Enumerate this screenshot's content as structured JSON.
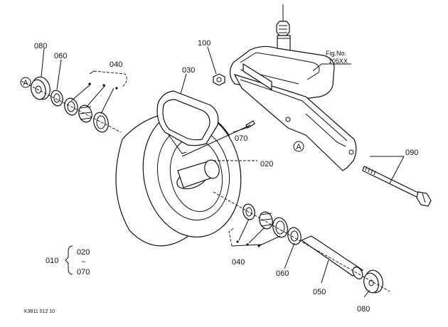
{
  "labels": {
    "p080_top": "080",
    "p060_top": "060",
    "p040_top": "040",
    "p030": "030",
    "p100": "100",
    "p070": "070",
    "p020": "020",
    "p090": "090",
    "p040_bot": "040",
    "p060_bot": "060",
    "p050": "050",
    "p080_bot": "080",
    "p010": "010",
    "group_from": "020",
    "group_tilde": "~",
    "group_to": "070",
    "ref_a1": "A",
    "ref_a2": "A"
  },
  "fig_ref": {
    "line1": "Fig.No.",
    "line2": "105XX"
  },
  "footer": "K3811 012 10"
}
